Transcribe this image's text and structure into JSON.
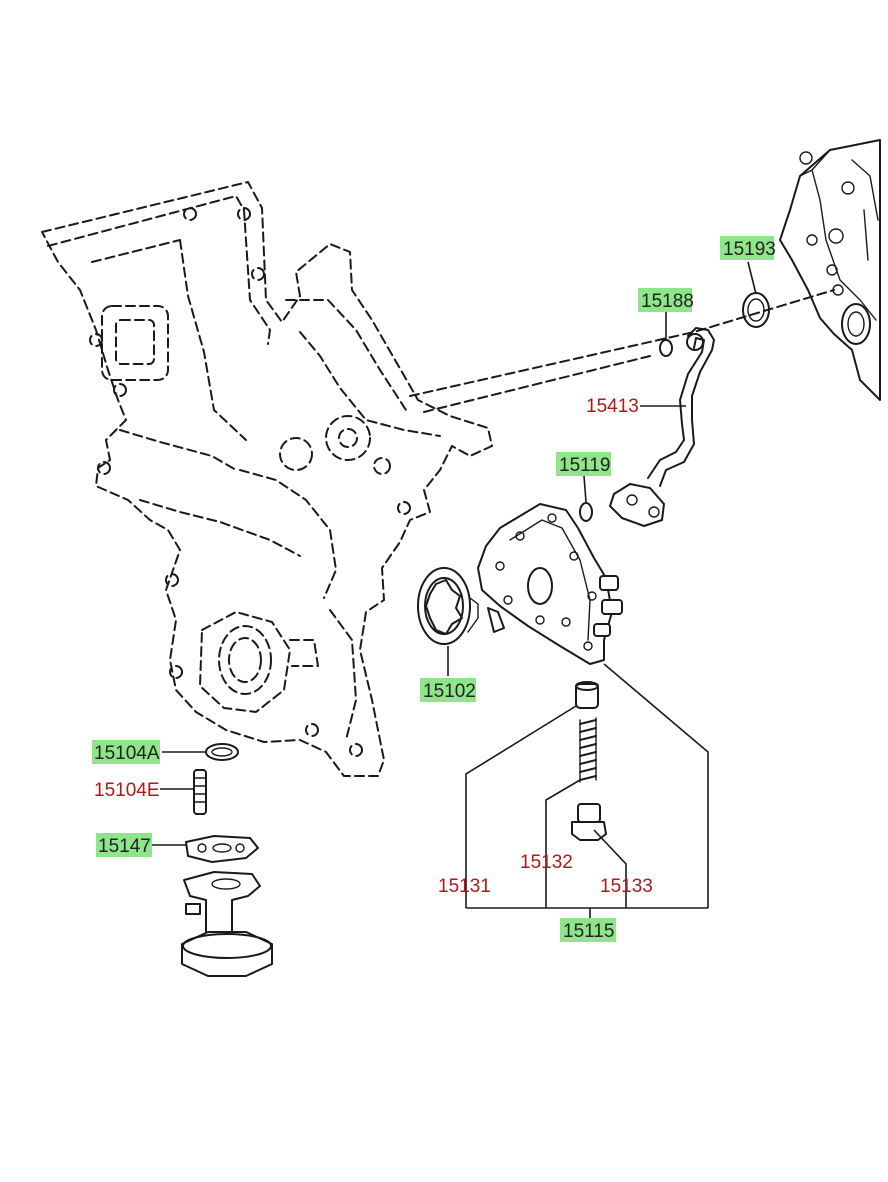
{
  "colors": {
    "highlight_bg": "#8ee58a",
    "highlight_text": "#222222",
    "plain_text": "#b01818",
    "line": "#1a1a1a"
  },
  "labels": {
    "p15193": "15193",
    "p15188": "15188",
    "p15413": "15413",
    "p15119": "15119",
    "p15102": "15102",
    "p15104A": "15104A",
    "p15104E": "15104E",
    "p15147": "15147",
    "p15131": "15131",
    "p15132": "15132",
    "p15133": "15133",
    "p15115": "15115"
  }
}
